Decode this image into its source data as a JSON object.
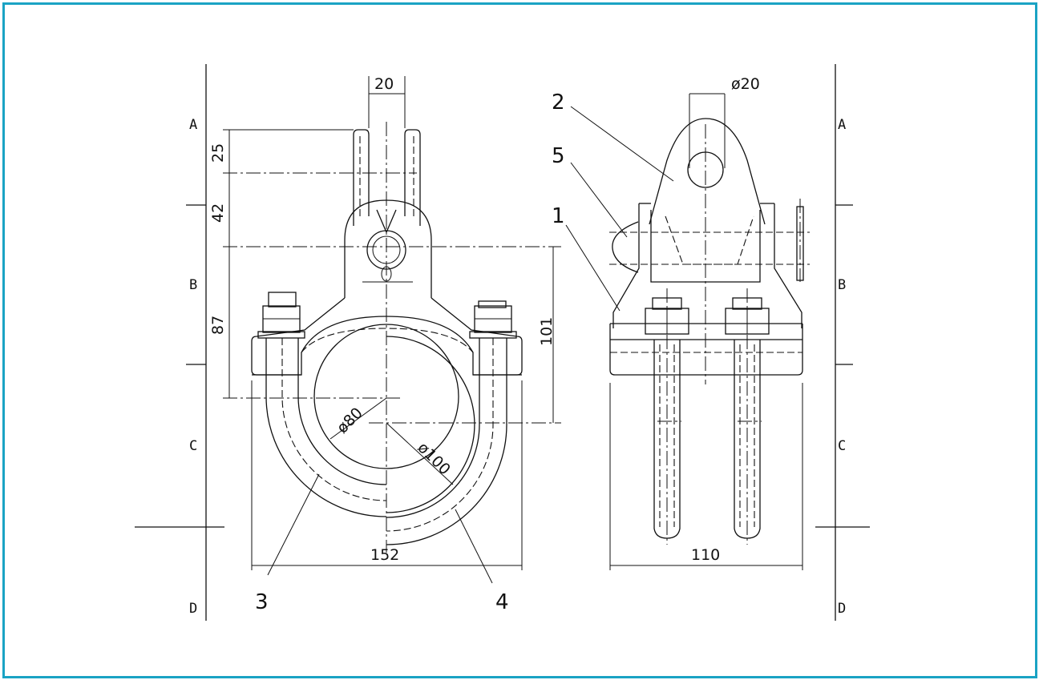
{
  "frame": {
    "border_color": "#1aa3c4"
  },
  "zones": {
    "left": [
      "A",
      "B",
      "C",
      "D"
    ],
    "right": [
      "A",
      "B",
      "C",
      "D"
    ]
  },
  "dimensions": {
    "lug_width": "20",
    "lug_height": "25",
    "pin_offset": "42",
    "pin_to_base": "87",
    "pin_to_center": "101",
    "small_dia": "ø80",
    "large_dia": "ø100",
    "overall_width_front": "152",
    "pin_dia": "ø20",
    "overall_width_side": "110"
  },
  "callouts": {
    "body": "1",
    "lug": "2",
    "u_bolt_small": "3",
    "u_bolt_large": "4",
    "pin": "5"
  }
}
